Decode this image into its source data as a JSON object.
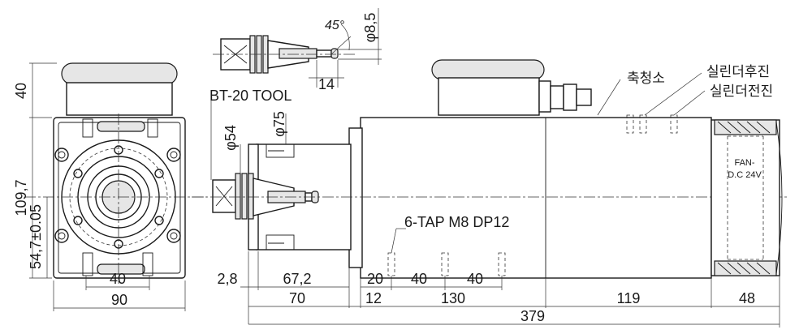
{
  "labels": {
    "tool": "BT-20 TOOL",
    "tap": "6-TAP M8 DP12",
    "fan_line1": "FAN-",
    "fan_line2": "D.C 24V",
    "shaft_center": "축청소",
    "cylinder_rear": "실린더후진",
    "cylinder_front": "실린더전진"
  },
  "dimensions": {
    "height_40": "40",
    "height_109_7": "109,7",
    "height_54_7": "54,7±0.05",
    "width_40_left": "40",
    "width_90": "90",
    "d_54": "φ54",
    "d_75": "φ75",
    "d_8_5": "φ8,5",
    "angle_45": "45°",
    "len_14": "14",
    "len_2_8": "2,8",
    "len_67_2": "67,2",
    "len_70": "70",
    "len_12": "12",
    "len_130": "130",
    "len_20": "20",
    "len_40_a": "40",
    "len_40_b": "40",
    "len_119": "119",
    "len_48": "48",
    "len_379": "379"
  }
}
